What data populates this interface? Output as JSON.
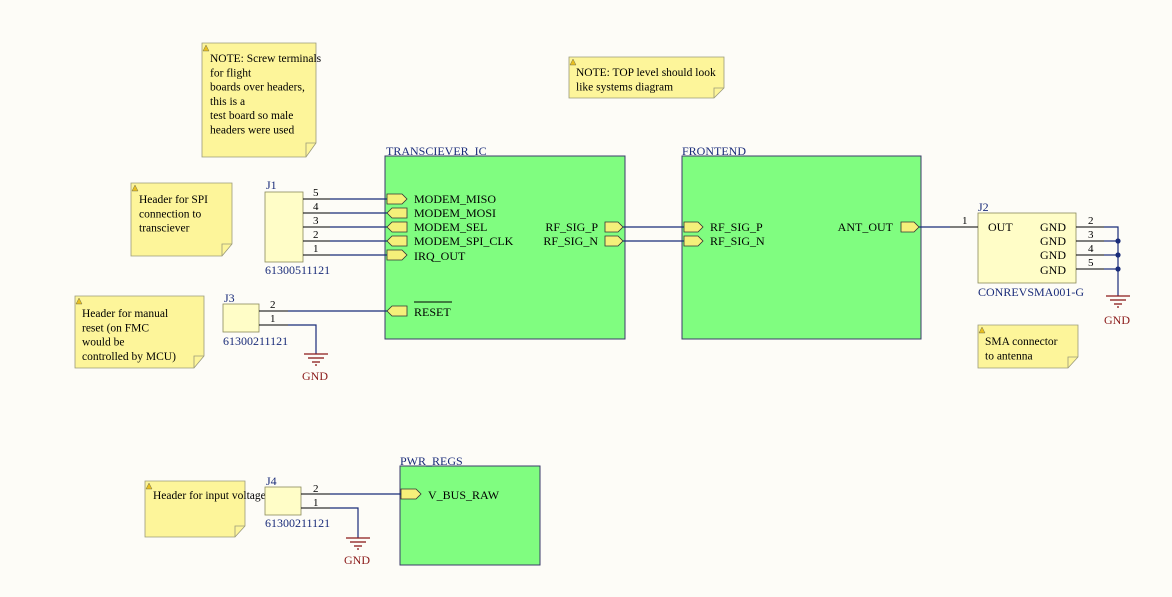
{
  "notes": {
    "screw": "NOTE: Screw terminals for flight boards over headers, this is a test board so male headers were used",
    "top": "NOTE: TOP level should look like systems diagram",
    "spi": "Header for SPI connection to transciever",
    "reset": "Header for manual reset (on FMC would be controlled by MCU)",
    "input": "Header for input voltage",
    "sma": "SMA connector to antenna"
  },
  "blocks": {
    "transceiver": {
      "title": "TRANSCIEVER_IC",
      "ports": [
        "MODEM_MISO",
        "MODEM_MOSI",
        "MODEM_SEL",
        "MODEM_SPI_CLK",
        "IRQ_OUT",
        "RESET",
        "RF_SIG_P",
        "RF_SIG_N"
      ]
    },
    "frontend": {
      "title": "FRONTEND",
      "ports": [
        "RF_SIG_P",
        "RF_SIG_N",
        "ANT_OUT"
      ]
    },
    "pwr_regs": {
      "title": "PWR_REGS",
      "ports": [
        "V_BUS_RAW"
      ]
    }
  },
  "components": {
    "j1": {
      "ref": "J1",
      "part": "61300511121",
      "pins": [
        "5",
        "4",
        "3",
        "2",
        "1"
      ]
    },
    "j3": {
      "ref": "J3",
      "part": "61300211121",
      "pins": [
        "2",
        "1"
      ]
    },
    "j4": {
      "ref": "J4",
      "part": "61300211121",
      "pins": [
        "2",
        "1"
      ]
    },
    "j2": {
      "ref": "J2",
      "part": "CONREVSMA001-G",
      "out_pin": "1",
      "out_label": "OUT",
      "gnd_pins": [
        "2",
        "3",
        "4",
        "5"
      ],
      "gnd_label": "GND"
    }
  },
  "power": {
    "gnd": "GND"
  },
  "colors": {
    "block_fill": "#80fd80",
    "component_fill": "#fffdc7",
    "note_fill": "#fdf59a",
    "wire": "#1a2c7a",
    "gnd": "#8b1a1a"
  }
}
